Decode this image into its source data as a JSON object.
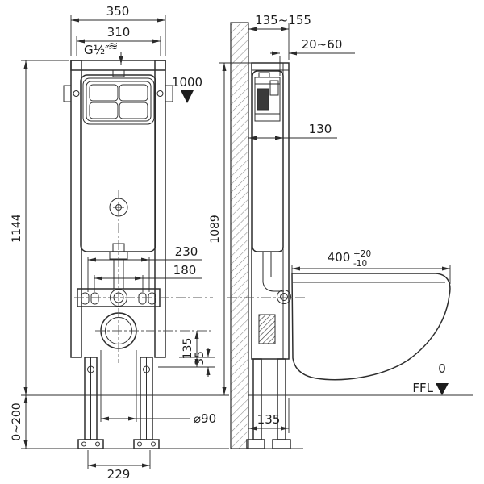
{
  "meta": {
    "background": "#ffffff",
    "line_color": "#2b2b2b"
  },
  "front_view": {
    "width_top": "350",
    "width_inner": "310",
    "inlet_label": "G½″",
    "inlet_symbol": "≋",
    "marker_1000": "1000",
    "height_1144": "1144",
    "bolt_span_230": "230",
    "bolt_span_180": "180",
    "offset_135": "135",
    "offset_35": "35",
    "leg_range": "0~200",
    "base_width_229": "229",
    "outlet_diameter": "⌀90"
  },
  "side_view": {
    "depth_range": "135~155",
    "plate_range": "20~60",
    "cistern_depth_130": "130",
    "height_1089": "1089",
    "bowl_depth_400": "400",
    "tol_plus": "+20",
    "tol_minus": "-10",
    "level_zero": "0",
    "ffl_label": "FFL",
    "wall_offset_135": "135"
  }
}
